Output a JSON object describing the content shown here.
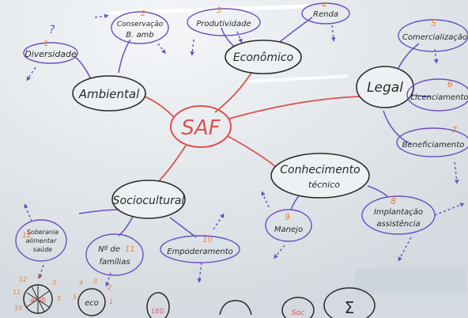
{
  "center": "SAF",
  "branches": {
    "ambiental": "Ambiental",
    "economico": "Econômico",
    "legal": "Legal",
    "sociocultural": "Sociocultural",
    "conhecimento": [
      "Conhecimento",
      "técnico"
    ]
  },
  "leaves": {
    "diversidade": "Diversidade",
    "conservacao": [
      "Conservação",
      "B. amb"
    ],
    "produtividade": "Produtividade",
    "renda": "Renda",
    "comercializacao": "Comercialização",
    "licenciamento": "Licenciamento",
    "beneficiamento": "Beneficiamento",
    "implantacao": [
      "Implantação",
      "assistência"
    ],
    "manejo": "Manejo",
    "empoderamento": "Empoderamento",
    "n_familias": [
      "Nº de",
      "famílias"
    ],
    "soberania": [
      "Soberania",
      "alimentar",
      "saúde"
    ]
  },
  "numbers": {
    "diversidade": "1",
    "conservacao": "2",
    "produtividade": "3",
    "renda": "4",
    "comercializacao": "5",
    "licenciamento": "6",
    "beneficiamento": "7",
    "implantacao": "8",
    "manejo": "9",
    "empoderamento": "10",
    "n_familias": "11",
    "soberania": "12"
  },
  "bottom_labels": {
    "amb": "amb",
    "eco": "eco",
    "leg": "LEG",
    "soc": "Soc",
    "sigma": "Σ"
  },
  "colors": {
    "board": "#e3e7eb",
    "black_marker": "#2a2a2a",
    "red_marker": "#d9534f",
    "purple_marker": "#6a4fc2",
    "orange_marker": "#f07f2a"
  }
}
